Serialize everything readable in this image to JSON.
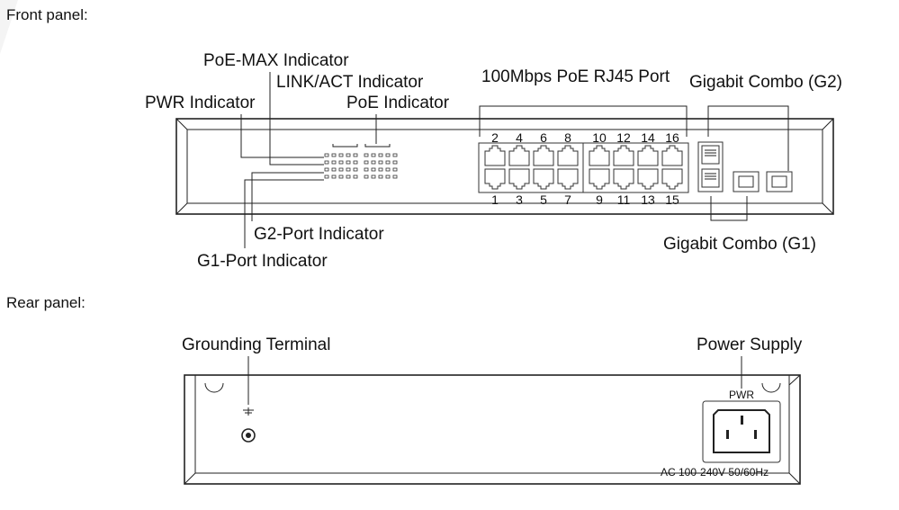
{
  "front": {
    "title": "Front panel:",
    "labels": {
      "poe_max": "PoE-MAX Indicator",
      "link_act": "LINK/ACT Indicator",
      "pwr": "PWR Indicator",
      "poe": "PoE Indicator",
      "g2_port": "G2-Port Indicator",
      "g1_port": "G1-Port Indicator",
      "rj45": "100Mbps PoE RJ45 Port",
      "combo_g2": "Gigabit Combo (G2)",
      "combo_g1": "Gigabit Combo (G1)"
    },
    "top_port_numbers": [
      "2",
      "4",
      "6",
      "8",
      "10",
      "12",
      "14",
      "16"
    ],
    "bottom_port_numbers": [
      "1",
      "3",
      "5",
      "7",
      "9",
      "11",
      "13",
      "15"
    ]
  },
  "rear": {
    "title": "Rear panel:",
    "labels": {
      "grounding": "Grounding Terminal",
      "power": "Power Supply",
      "pwr_mark": "PWR",
      "rating": "AC 100-240V 50/60Hz"
    }
  }
}
